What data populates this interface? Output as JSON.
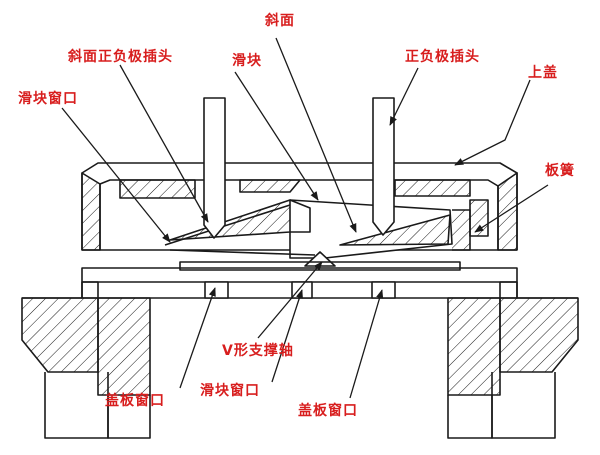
{
  "diagram": {
    "label_color": "#d81e1e",
    "line_color": "#1a1a1a",
    "labels": {
      "slope": "斜面",
      "slope_positive_plug": "斜面正负极插头",
      "positive_plug": "正负极插头",
      "slider": "滑块",
      "slider_window_top": "滑块窗口",
      "top_cover": "上盖",
      "leaf_spring": "板簧",
      "v_pivot": "V形支撑轴",
      "cover_window_left": "盖板窗口",
      "slider_window_bottom": "滑块窗口",
      "cover_window_right": "盖板窗口"
    }
  }
}
